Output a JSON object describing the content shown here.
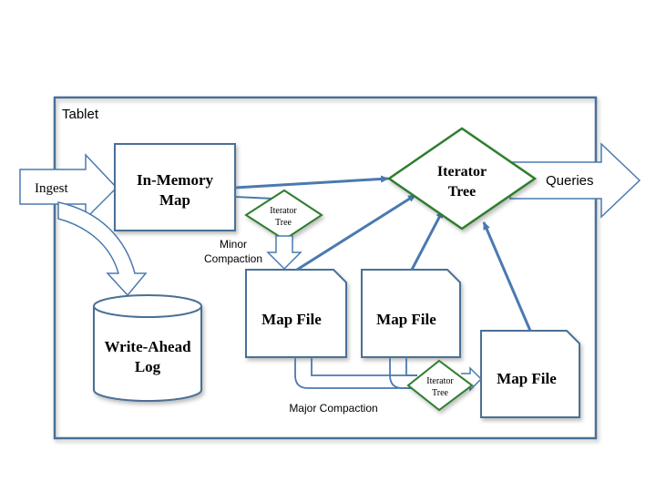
{
  "tablet": {
    "label": "Tablet"
  },
  "ingest": {
    "label": "Ingest"
  },
  "queries": {
    "label": "Queries"
  },
  "in_memory_map": {
    "line1": "In-Memory",
    "line2": "Map"
  },
  "write_ahead_log": {
    "line1": "Write-Ahead",
    "line2": "Log"
  },
  "iterator_tree_main": {
    "line1": "Iterator",
    "line2": "Tree"
  },
  "iterator_tree_minor": {
    "line1": "Iterator",
    "line2": "Tree"
  },
  "iterator_tree_major": {
    "line1": "Iterator",
    "line2": "Tree"
  },
  "minor_compaction": {
    "line1": "Minor",
    "line2": "Compaction"
  },
  "major_compaction": {
    "label": "Major Compaction"
  },
  "map_files": [
    {
      "label": "Map File"
    },
    {
      "label": "Map File"
    },
    {
      "label": "Map File"
    }
  ],
  "colors": {
    "box_stroke": "#4a6f96",
    "arrow": "#4a7ab0",
    "diamond_stroke": "#2e7d2e",
    "text": "#000000"
  }
}
